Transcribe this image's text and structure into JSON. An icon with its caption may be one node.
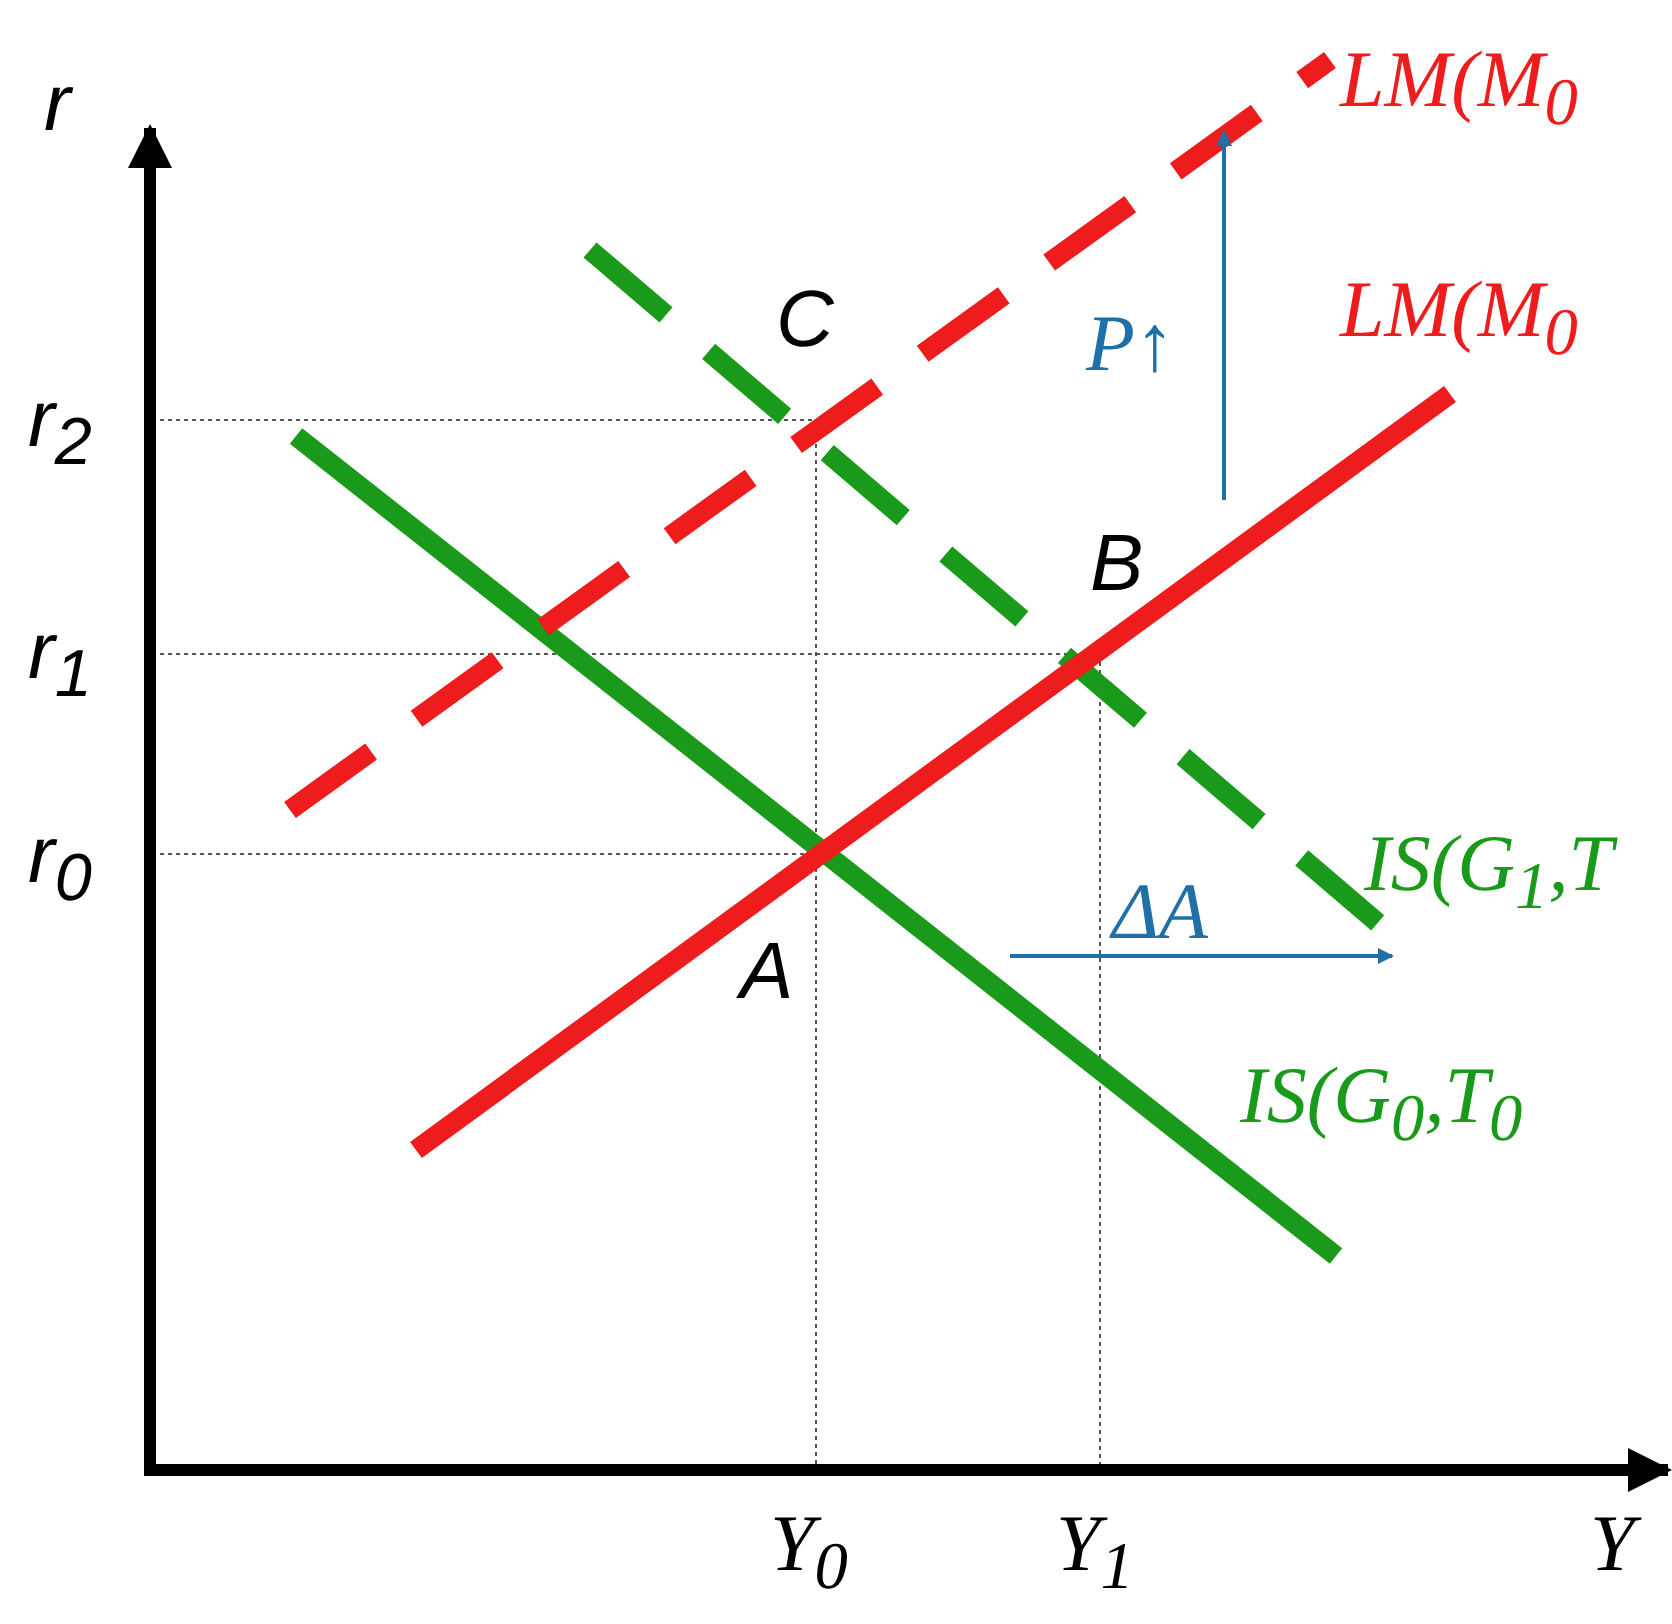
{
  "diagram": {
    "labels": [
      "LM(M$_{0}$",
      "r",
      "C",
      "P↑",
      "LM(M$_{0}$",
      "r$_{2}$",
      "B",
      "r$_{1}$",
      "IS(G$_{1}$,T",
      "r$_{0}$",
      "ΔA",
      "A",
      "IS(G$_{0}$,T$_{0}$",
      "Y$_{0}$",
      "Y$_{1}$",
      "Y"
    ]
  }
}
